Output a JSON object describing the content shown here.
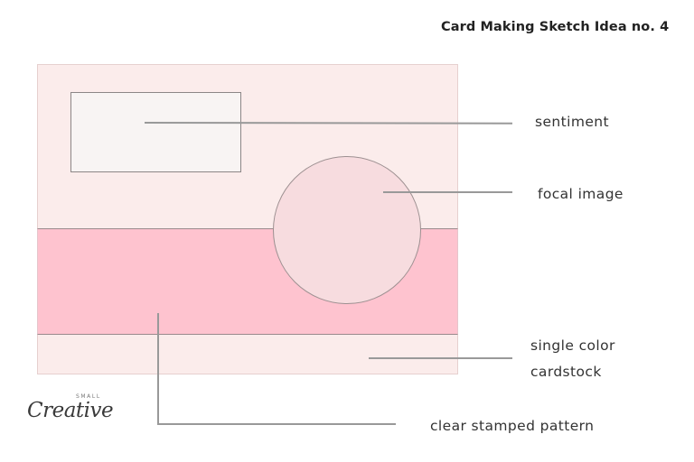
{
  "title": "Card Making Sketch Idea no. 4",
  "labels": {
    "sentiment": "sentiment",
    "focal_image": "focal image",
    "single_color_line1": "single color",
    "single_color_line2": "cardstock",
    "clear_stamped_pattern": "clear stamped pattern"
  },
  "logo": {
    "small_text": "SMALL",
    "script_text": "Creative"
  },
  "colors": {
    "card_base": "#fbeceb",
    "sentiment_panel": "#f8f4f3",
    "pattern_band": "#fec3cf",
    "focal_circle": "#f7dcdf",
    "leader_lines": "#999999"
  }
}
